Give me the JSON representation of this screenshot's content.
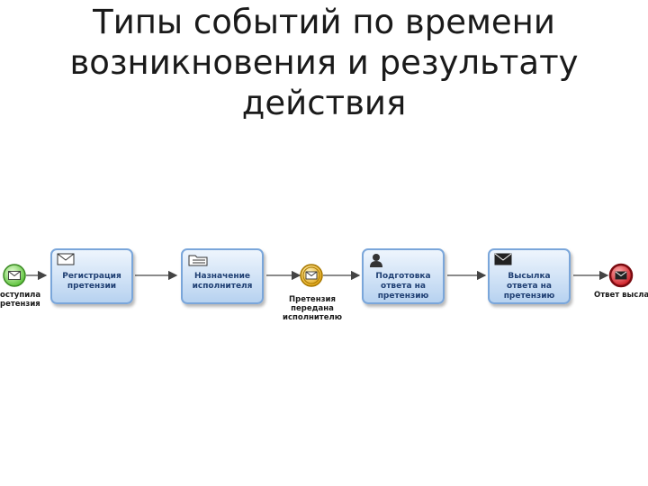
{
  "title": "Типы  событий по времени\nвозникновения и результату\nдействия",
  "diagram": {
    "tasks": [
      {
        "label": "Регистрация претензии",
        "icon": "envelope-icon"
      },
      {
        "label": "Назначение исполнителя",
        "icon": "folder-icon"
      },
      {
        "label": "Подготовка ответа на претензию",
        "icon": "user-icon"
      },
      {
        "label": "Высылка ответа на претензию",
        "icon": "envelope-filled-icon"
      }
    ],
    "events": {
      "start": {
        "label": "оступила\nретензия",
        "type": "start",
        "color": "#7ed957"
      },
      "intermediate": {
        "label": "Претензия\nпередана\nисполнителю",
        "type": "intermediate",
        "color": "#f5c542"
      },
      "end": {
        "label": "Ответ выслан",
        "type": "end",
        "color": "#e8333a"
      }
    }
  }
}
